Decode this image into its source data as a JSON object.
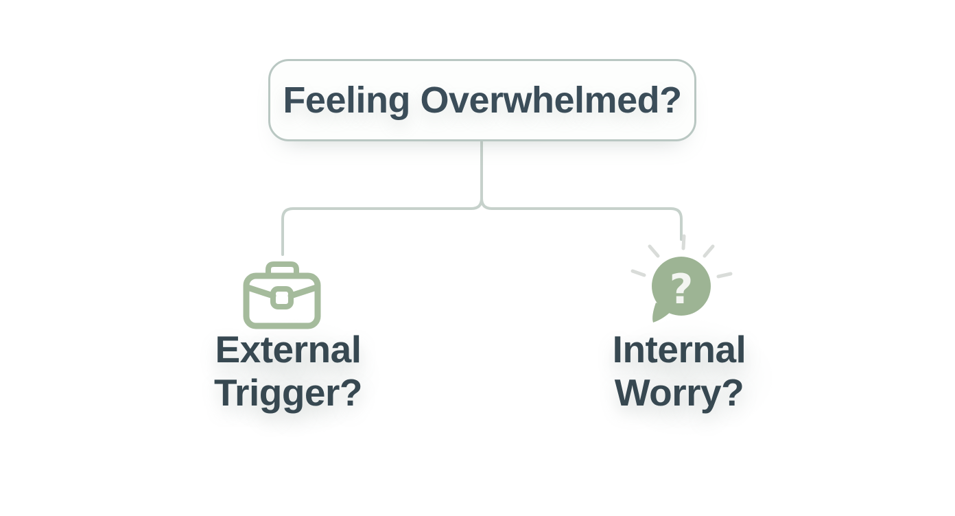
{
  "title": "Feeling Overwhelmed?",
  "branches": {
    "left": {
      "icon": "briefcase-icon",
      "line1": "External",
      "line2": "Trigger?"
    },
    "right": {
      "icon": "question-bubble-icon",
      "glyph": "?",
      "line1": "Internal",
      "line2": "Worry?"
    }
  },
  "colors": {
    "background": "#ffffff",
    "text_dark": "#3a4a55",
    "box_border": "#b9c7c2",
    "connector": "#c6d1cb",
    "briefcase_green": "#a5bb9c",
    "bubble_green": "#9db494",
    "question_mark": "#f3f5f1",
    "ray_gray": "#d9dcd9"
  }
}
